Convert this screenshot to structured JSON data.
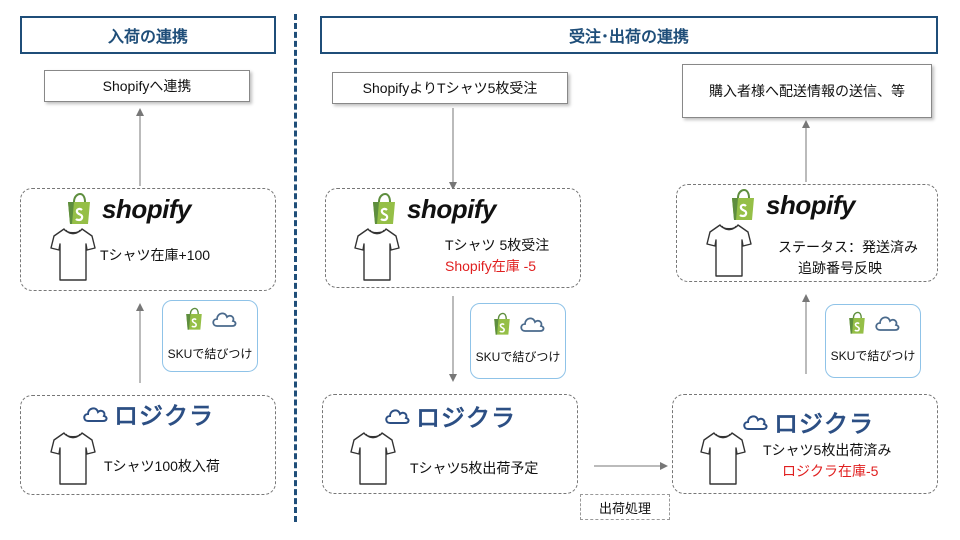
{
  "left": {
    "header": "入荷の連携",
    "top_box": "Shopifyへ連携",
    "shopify_logo_text": "shopify",
    "shopify_caption": "Tシャツ在庫+100",
    "sku_label": "SKUで結びつけ",
    "logiclo_logo_text": "ロジクラ",
    "logiclo_caption": "Tシャツ100枚入荷"
  },
  "right": {
    "header": "受注･出荷の連携",
    "top_box_1": "ShopifyよりTシャツ5枚受注",
    "top_box_2": "購入者様へ配送情報の送信、等",
    "shopify_logo_text": "shopify",
    "shop1_line1": "Tシャツ 5枚受注",
    "shop1_line2": "Shopify在庫 -5",
    "shop2_line1": "ステータス：発送済み",
    "shop2_line2": "追跡番号反映",
    "sku_label": "SKUで結びつけ",
    "logiclo_logo_text": "ロジクラ",
    "logi1_caption": "Tシャツ5枚出荷予定",
    "logi2_line1": "Tシャツ5枚出荷済み",
    "logi2_line2": "ロジクラ在庫-5",
    "process_tag": "出荷処理"
  },
  "colors": {
    "navy": "#1f4e79",
    "shopify_green": "#95bf47",
    "highlight_red": "#e02020",
    "sku_border": "#8fc3e8"
  },
  "icons": [
    "tshirt-icon",
    "shopify-bag-icon",
    "cloud-icon",
    "arrow"
  ]
}
